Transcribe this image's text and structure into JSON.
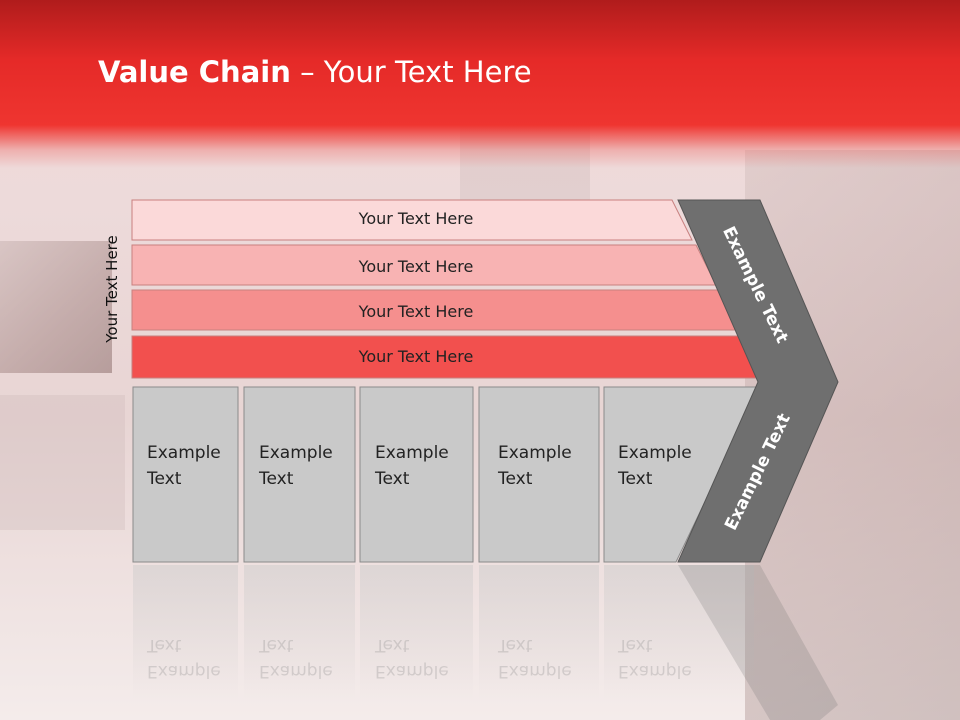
{
  "title": {
    "bold": "Value Chain",
    "rest": " – Your Text Here"
  },
  "side_label": "Your Text Here",
  "rows": [
    {
      "label": "Your Text Here",
      "color": "#fbd9d9"
    },
    {
      "label": "Your Text Here",
      "color": "#f8b3b3"
    },
    {
      "label": "Your Text Here",
      "color": "#f58f8e"
    },
    {
      "label": "Your Text Here",
      "color": "#f2504e"
    }
  ],
  "columns": [
    {
      "line1": "Example",
      "line2": "Text"
    },
    {
      "line1": "Example",
      "line2": "Text"
    },
    {
      "line1": "Example",
      "line2": "Text"
    },
    {
      "line1": "Example",
      "line2": "Text"
    },
    {
      "line1": "Example",
      "line2": "Text"
    }
  ],
  "chevron_top_label": "Example Text",
  "chevron_bottom_label": "Example Text",
  "colors": {
    "header": "#e52a28",
    "chevron": "#6f6f6f",
    "column": "#c9c9c9"
  }
}
